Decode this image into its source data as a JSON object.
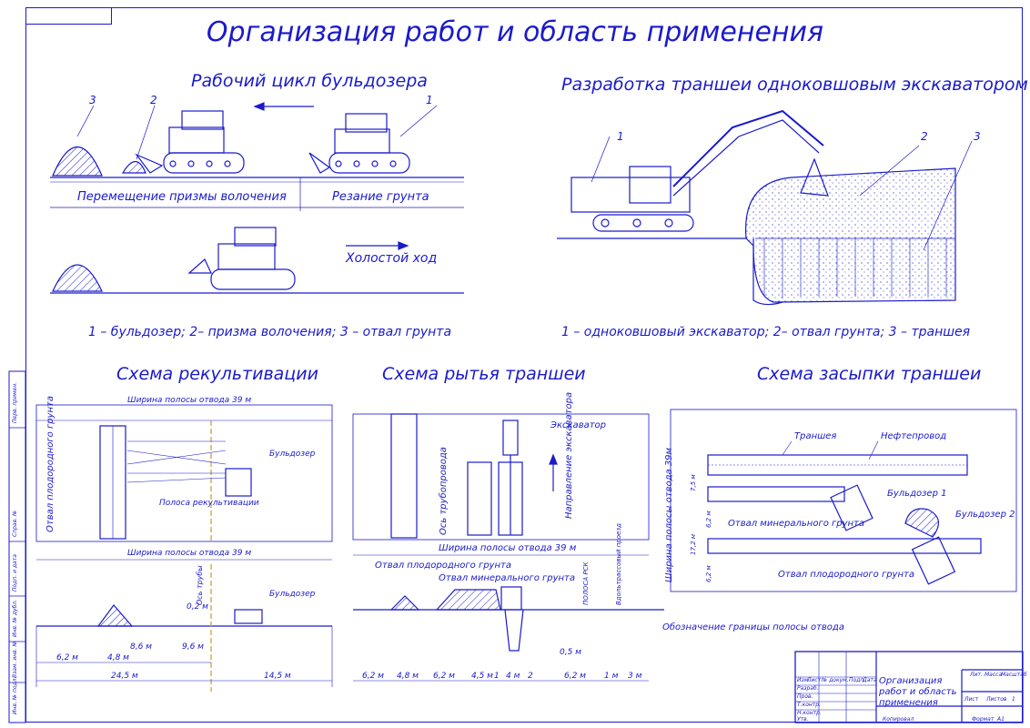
{
  "title": "Организация работ и область применения",
  "bulldozer": {
    "heading": "Рабочий цикл бульдозера",
    "callouts": [
      "3",
      "2",
      "1"
    ],
    "stage1": "Перемещение призмы волочения",
    "stage2": "Резание грунта",
    "idle": "Холостой ход",
    "legend": "1 – бульдозер; 2– призма волочения; 3 – отвал грунта"
  },
  "excavator": {
    "heading": "Разработка траншеи одноковшовым экскаватором",
    "callouts": [
      "1",
      "2",
      "3"
    ],
    "legend": "1 – одноковшовый экскаватор; 2– отвал грунта; 3 – траншея"
  },
  "recult": {
    "heading": "Схема рекультивации",
    "width_label": "Ширина полосы отвода 39 м",
    "spoil_label": "Отвал плодородного грунта",
    "strip_label": "Полоса рекультивации",
    "dozer_label": "Бульдозер",
    "pipes_label": "Ось трубы",
    "dims": [
      "6,2 м",
      "4,8 м",
      "8,6 м",
      "9,6 м",
      "0,2 м",
      "24,5 м",
      "14,5 м"
    ]
  },
  "dig": {
    "heading": "Схема рытья траншеи",
    "width_label": "Ширина полосы отвода 39 м",
    "excavator_label": "Экскаватор",
    "axis_label": "Ось трубопровода",
    "direction_label": "Направление экскаватора",
    "fertile_label": "Отвал плодородного грунта",
    "mineral_label": "Отвал минерального грунта",
    "rsk_label": "ПОЛОСА РСК",
    "road_label": "Вдольтрассовый проезд",
    "boundary_label": "Обозначение границы полосы отвода",
    "dims": [
      "6,2 м",
      "4,8 м",
      "6,2 м",
      "4,5 м",
      "1",
      "4 м",
      "2",
      "6,2 м",
      "1 м",
      "3 м",
      "0,5 м"
    ]
  },
  "backfill": {
    "heading": "Схема засыпки траншеи",
    "width_label": "Ширина полосы отвода 39м",
    "trench_label": "Траншея",
    "pipeline_label": "Нефтепровод",
    "dozer1_label": "Бульдозер 1",
    "dozer2_label": "Бульдозер 2",
    "mineral_label": "Отвал минерального грунта",
    "fertile_label": "Отвал плодородного грунта",
    "dims": [
      "7,5 м",
      "6,2 м",
      "17,2 м",
      "6,2 м"
    ]
  },
  "stamp": {
    "doc_title": "Организация работ и область применения",
    "rows": [
      "Изм.",
      "Лист",
      "№ докум.",
      "Подп.",
      "Дата"
    ],
    "roles": [
      "Разраб.",
      "Пров.",
      "Т.контр.",
      "Н.контр.",
      "Утв."
    ],
    "lit": "Лит.",
    "mass": "Масса",
    "scale": "Масштаб",
    "sheet": "Лист",
    "sheets": "Листов",
    "sheets_val": "1",
    "copied": "Копировал",
    "format": "Формат",
    "format_val": "А1"
  },
  "side_strip": [
    "Перв. примен.",
    "Справ. №",
    "Подп. и дата",
    "Инв. № дубл.",
    "Взам. инв. №",
    "Подп. и дата",
    "Инв. № подл."
  ]
}
